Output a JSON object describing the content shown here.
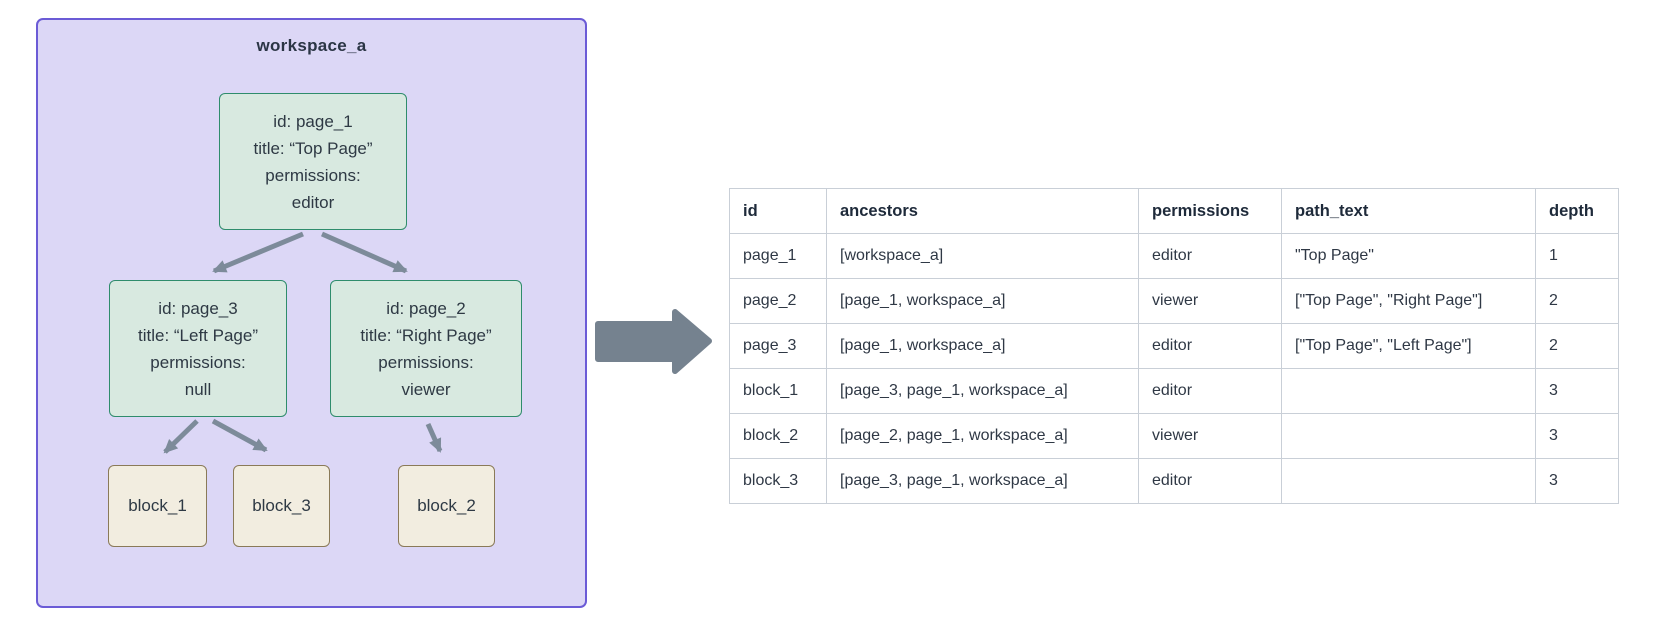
{
  "diagram": {
    "workspace_label": "workspace_a",
    "pages": [
      {
        "name": "page_1",
        "id_line": "id: page_1",
        "title_line": "title: “Top Page”",
        "perm_label": "permissions:",
        "perm_value": "editor"
      },
      {
        "name": "page_3",
        "id_line": "id: page_3",
        "title_line": "title: “Left Page”",
        "perm_label": "permissions:",
        "perm_value": "null"
      },
      {
        "name": "page_2",
        "id_line": "id: page_2",
        "title_line": "title: “Right Page”",
        "perm_label": "permissions:",
        "perm_value": "viewer"
      }
    ],
    "blocks": [
      {
        "label": "block_1"
      },
      {
        "label": "block_3"
      },
      {
        "label": "block_2"
      }
    ]
  },
  "table": {
    "columns": [
      "id",
      "ancestors",
      "permissions",
      "path_text",
      "depth"
    ],
    "rows": [
      {
        "cells": [
          "page_1",
          "[workspace_a]",
          "editor",
          "\"Top Page\"",
          "1"
        ]
      },
      {
        "cells": [
          "page_2",
          "[page_1, workspace_a]",
          "viewer",
          "[\"Top Page\", \"Right Page\"]",
          "2"
        ]
      },
      {
        "cells": [
          "page_3",
          "[page_1, workspace_a]",
          "editor",
          "[\"Top Page\", \"Left Page\"]",
          "2"
        ]
      },
      {
        "cells": [
          "block_1",
          "[page_3, page_1, workspace_a]",
          "editor",
          "",
          "3"
        ]
      },
      {
        "cells": [
          "block_2",
          "[page_2, page_1, workspace_a]",
          "viewer",
          "",
          "3"
        ]
      },
      {
        "cells": [
          "block_3",
          "[page_3, page_1, workspace_a]",
          "editor",
          "",
          "3"
        ]
      }
    ]
  },
  "colors": {
    "workspace_fill": "#dcd7f6",
    "workspace_border": "#6b5bd6",
    "page_node_fill": "#d8e9e0",
    "page_node_border": "#2f8c6c",
    "block_node_fill": "#f2ede0",
    "block_node_border": "#8a7a58",
    "tree_arrow": "#7d8b9a",
    "flow_arrow": "#75828f",
    "table_border": "#c9cfd7"
  }
}
